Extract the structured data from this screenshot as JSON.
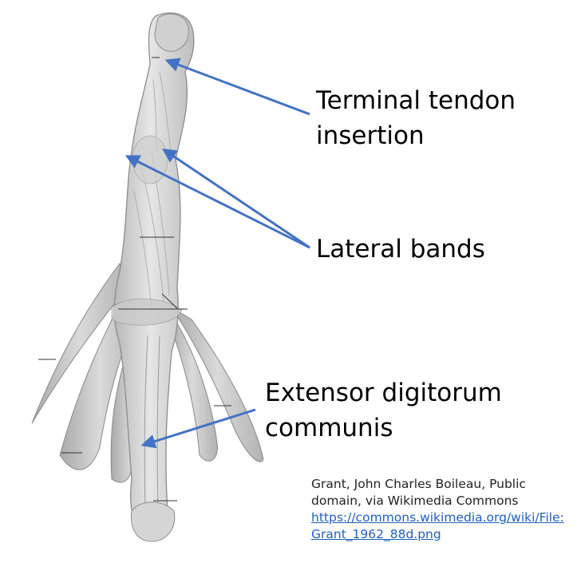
{
  "labels": {
    "terminal": "Terminal tendon insertion",
    "lateral": "Lateral bands",
    "extensor": "Extensor digitorum communis"
  },
  "credit": {
    "text": "Grant, John Charles Boileau, Public domain, via Wikimedia Commons",
    "link": "https://commons.wikimedia.org/wiki/File:Grant_1962_88d.png"
  },
  "colors": {
    "arrow": "#4472c4",
    "link": "#1f5fbf",
    "tissue": "#d9d9d9",
    "tissue_shadow": "#a8a8a8"
  }
}
